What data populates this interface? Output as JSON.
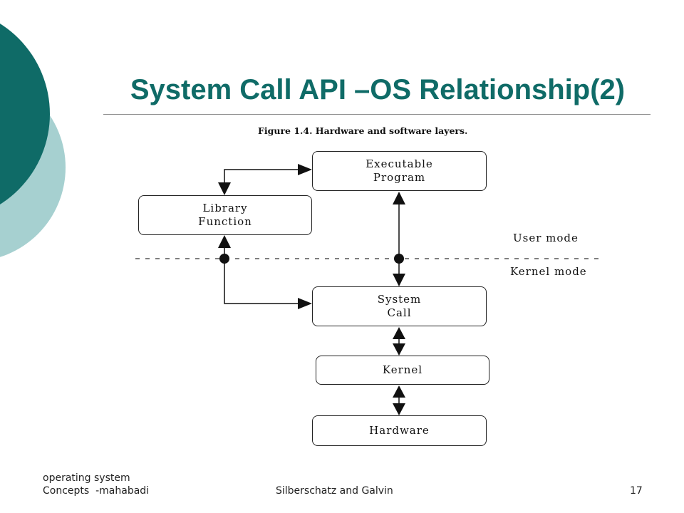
{
  "slide": {
    "title": "System Call API –OS Relationship(2)",
    "accent_color": "#0f6b67",
    "accent_light_color": "#a6d0d0"
  },
  "figure": {
    "caption": "Figure 1.4. Hardware and software layers.",
    "boxes": {
      "executable_line1": "Executable",
      "executable_line2": "Program",
      "library_line1": "Library",
      "library_line2": "Function",
      "syscall_line1": "System",
      "syscall_line2": "Call",
      "kernel": "Kernel",
      "hardware": "Hardware"
    },
    "modes": {
      "user": "User mode",
      "kernel": "Kernel mode"
    }
  },
  "footer": {
    "left_line1": "operating system",
    "left_line2": "Concepts  -mahabadi",
    "center": "Silberschatz and Galvin",
    "page_number": "17"
  }
}
